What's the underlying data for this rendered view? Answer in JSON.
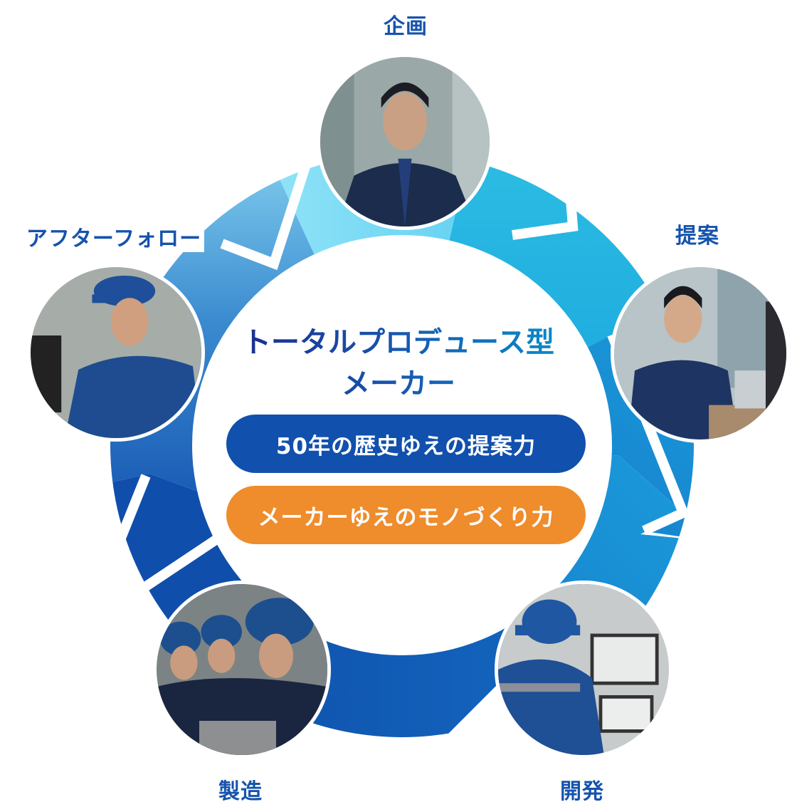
{
  "diagram": {
    "type": "cycle",
    "center": {
      "title_line1": "トータルプロデュース型",
      "title_line2": "メーカー",
      "pill_primary": "50年の歴史ゆえの提案力",
      "pill_secondary": "メーカーゆえのモノづくり力"
    },
    "stages": [
      {
        "id": "planning",
        "label": "企画",
        "photo": "businessman-thinking-at-laptop"
      },
      {
        "id": "proposal",
        "label": "提案",
        "photo": "businessman-presenting-at-meeting"
      },
      {
        "id": "development",
        "label": "開発",
        "photo": "engineer-in-hardhat-at-computer"
      },
      {
        "id": "manufacturing",
        "label": "製造",
        "photo": "workers-in-hardhats-assembling-parts"
      },
      {
        "id": "after_follow",
        "label": "アフターフォロー",
        "photo": "technician-in-cap-repairing-equipment"
      }
    ],
    "colors": {
      "label_text": "#1553ad",
      "pill_primary_bg": "#1150ad",
      "pill_secondary_bg": "#ef8c2c",
      "ring_light": "#8fe0f7",
      "ring_mid": "#1fb4e0",
      "ring_dark": "#0f4eab"
    }
  }
}
